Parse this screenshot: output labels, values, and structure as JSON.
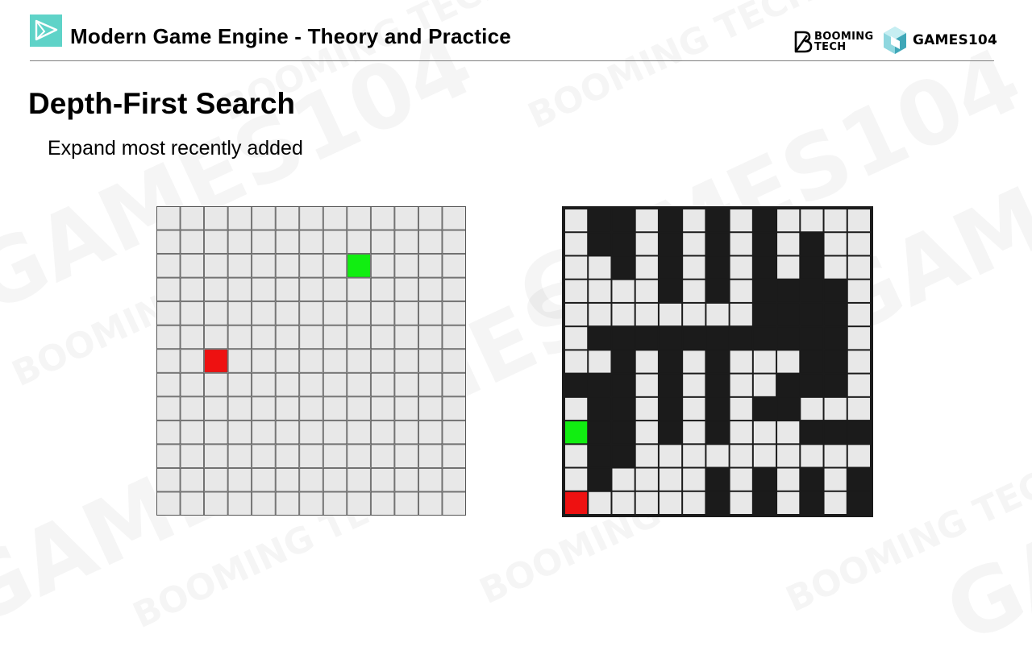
{
  "header": {
    "title": "Modern Game Engine - Theory and Practice",
    "brand_booming_line1": "BOOMING",
    "brand_booming_line2": "TECH",
    "brand_games": "GAMES104"
  },
  "slide": {
    "heading": "Depth-First Search",
    "subtitle": "Expand most recently added"
  },
  "watermark": {
    "large": "GAMES104",
    "small": "BOOMING TECH"
  },
  "colors": {
    "grid_cell": "#e8e8e8",
    "grid_line": "#444444",
    "wall": "#1b1b1b",
    "start": "#ee1111",
    "goal": "#11ee11",
    "logo_teal": "#5fd3c8"
  },
  "grid_open": {
    "rows": 13,
    "cols": 13,
    "start_cell": {
      "row": 6,
      "col": 2
    },
    "goal_cell": {
      "row": 2,
      "col": 8
    }
  },
  "grid_maze": {
    "rows": 13,
    "cols": 13,
    "start_cell": {
      "row": 12,
      "col": 0
    },
    "goal_cell": {
      "row": 9,
      "col": 0
    },
    "walls": [
      "0110101010000",
      "0110101010100",
      "0010101010100",
      "0000101011110",
      "0000000011110",
      "0111111111110",
      "0010101000110",
      "1110101001110",
      "0110101011000",
      "0110101000111",
      "0110000000000",
      "0100001010101",
      "0000001010101"
    ]
  }
}
